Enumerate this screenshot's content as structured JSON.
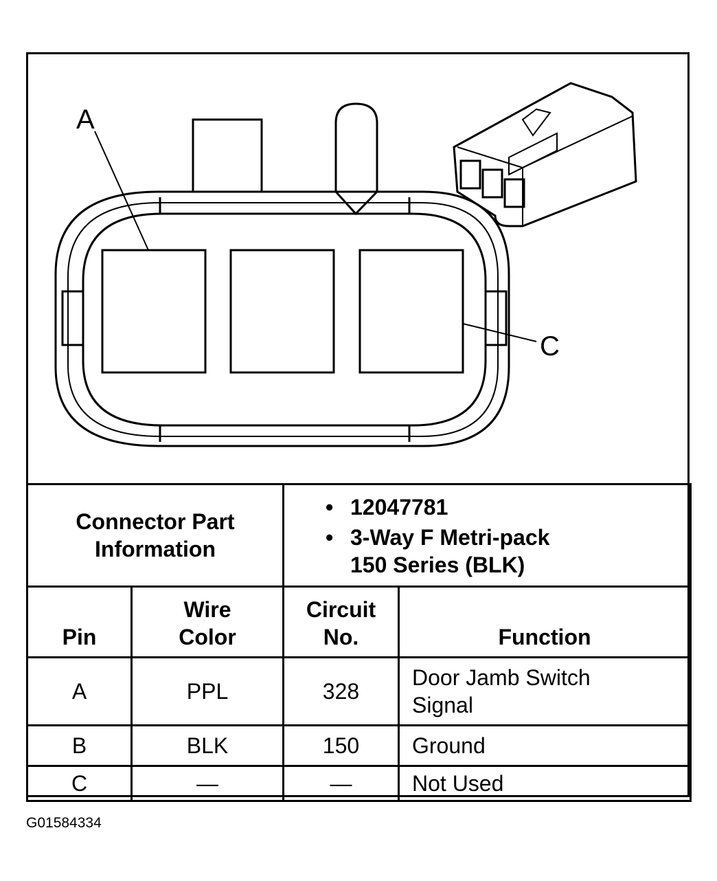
{
  "diagram": {
    "pin_label_a": "A",
    "pin_label_c": "C"
  },
  "connector_info": {
    "label": "Connector Part Information",
    "items": [
      "12047781",
      "3-Way F Metri-pack 150 Series (BLK)"
    ]
  },
  "table": {
    "headers": {
      "pin": "Pin",
      "wire_color": "Wire Color",
      "circuit_no": "Circuit No.",
      "function": "Function"
    },
    "rows": [
      {
        "pin": "A",
        "wire_color": "PPL",
        "circuit_no": "328",
        "function": "Door Jamb Switch Signal"
      },
      {
        "pin": "B",
        "wire_color": "BLK",
        "circuit_no": "150",
        "function": "Ground"
      },
      {
        "pin": "C",
        "wire_color": "—",
        "circuit_no": "—",
        "function": "Not Used"
      }
    ]
  },
  "figure_id": "G01584334"
}
